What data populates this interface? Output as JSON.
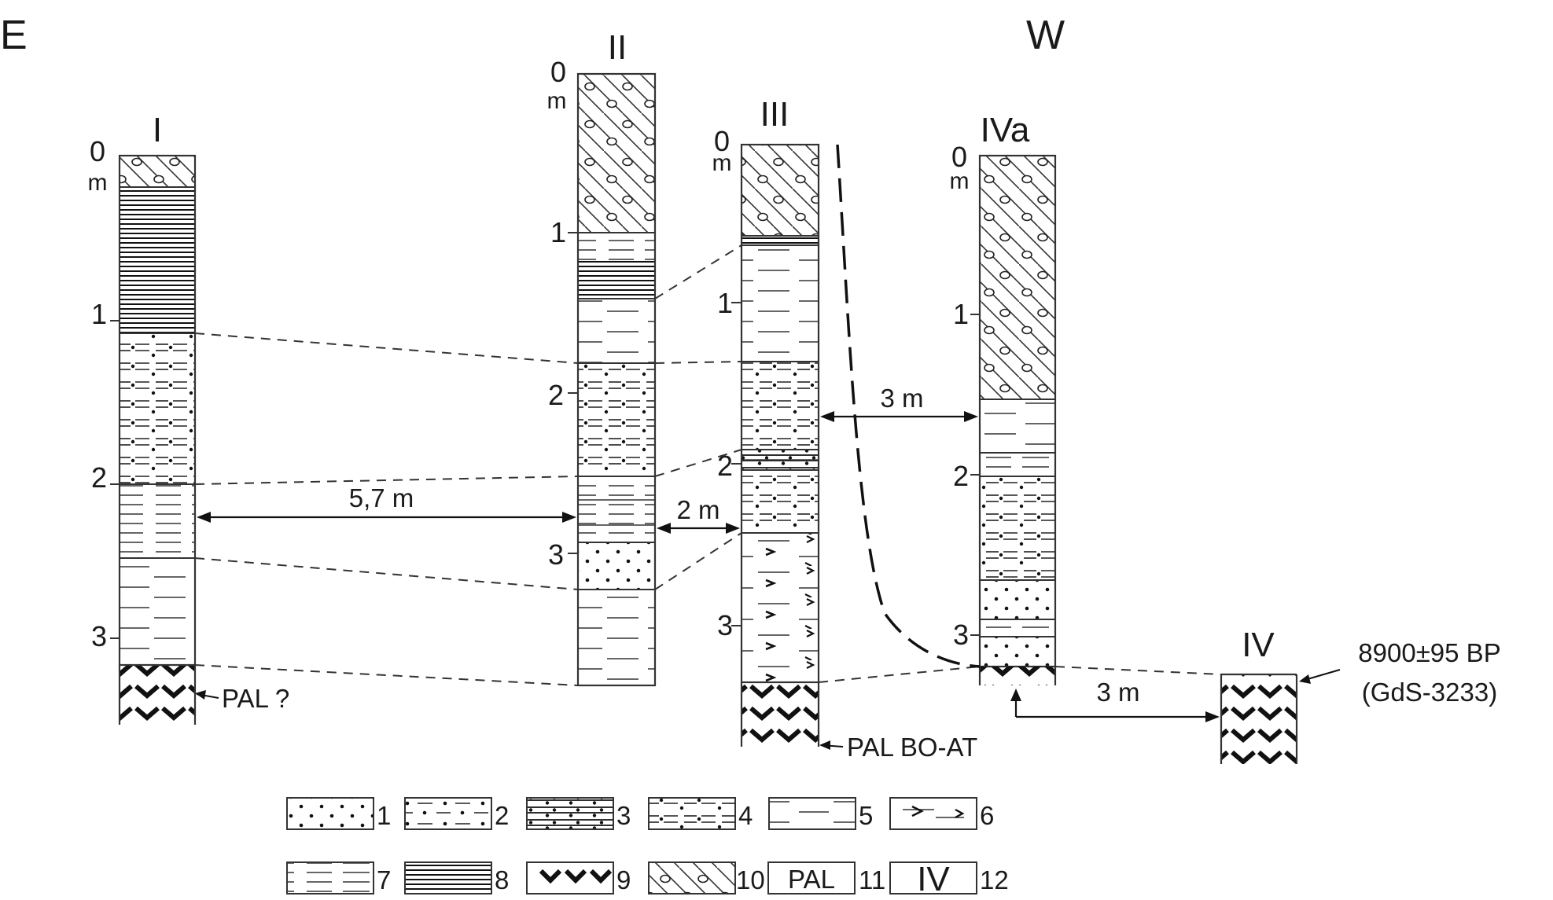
{
  "directions": {
    "east": "E",
    "west": "W"
  },
  "columns": {
    "I": {
      "label": "I",
      "unit": "m",
      "depths": [
        "0",
        "1",
        "2",
        "3"
      ],
      "bottom_label": "PAL ?"
    },
    "II": {
      "label": "II",
      "unit": "m",
      "depths": [
        "0",
        "1",
        "2",
        "3"
      ]
    },
    "III": {
      "label": "III",
      "unit": "m",
      "depths": [
        "0",
        "1",
        "2",
        "3"
      ],
      "bottom_label": "PAL BO-AT"
    },
    "IVa": {
      "label": "IVa",
      "unit": "m",
      "depths": [
        "0",
        "1",
        "2",
        "3"
      ]
    },
    "IV": {
      "label": "IV",
      "date": "8900±95 BP",
      "lab_code": "(GdS-3233)"
    }
  },
  "distances": {
    "I_II": "5,7 m",
    "II_III": "2 m",
    "III_IVa": "3 m",
    "IVa_IV": "3 m"
  },
  "legend": [
    {
      "num": "1",
      "pattern": "sand"
    },
    {
      "num": "2",
      "pattern": "silty-sand"
    },
    {
      "num": "3",
      "pattern": "laminated-sandy-silt"
    },
    {
      "num": "4",
      "pattern": "sandy-silt"
    },
    {
      "num": "5",
      "pattern": "silt"
    },
    {
      "num": "6",
      "pattern": "silt-with-plant-remains"
    },
    {
      "num": "7",
      "pattern": "clayey-silt"
    },
    {
      "num": "8",
      "pattern": "laminated-clay"
    },
    {
      "num": "9",
      "pattern": "palaeosol"
    },
    {
      "num": "10",
      "pattern": "diamicton"
    },
    {
      "num": "11",
      "pattern": "pollen-sample",
      "text": "PAL"
    },
    {
      "num": "12",
      "pattern": "profile-number",
      "text": "IV"
    }
  ]
}
